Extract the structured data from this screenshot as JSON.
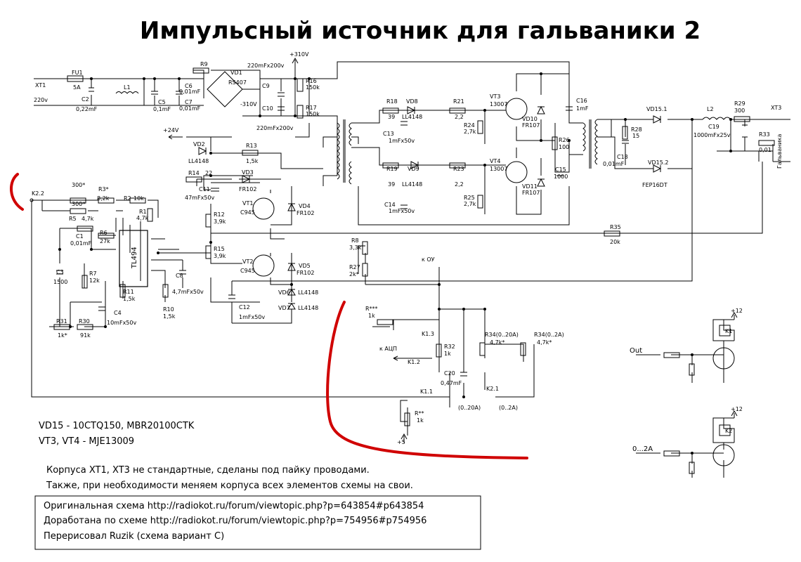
{
  "title": "Импульсный источник для гальваники 2",
  "components": {
    "xt1": "XT1",
    "v220": "220v",
    "fu1": "FU1",
    "fu1_val": "5A",
    "c2": "C2",
    "c2_val": "0,22mF",
    "l1": "L1",
    "c5": "C5",
    "c5_val": "0,1mF",
    "c6": "C6",
    "c6_val": "0,01mF",
    "c7": "C7",
    "c7_val": "0,01mF",
    "r9": "R9",
    "vd1": "VD1",
    "vd1_val": "RS407",
    "v310p": "+310V",
    "v310n": "-310V",
    "c9_top": "220mFx200v",
    "c9": "C9",
    "c10": "C10",
    "c10_bot": "220mFx200v",
    "r16": "R16",
    "r16_val": "150k",
    "r17": "R17",
    "r17_val": "150k",
    "v24": "+24V",
    "vd2": "VD2",
    "vd2_val": "LL4148",
    "r13": "R13",
    "r13_val": "1,5k",
    "r14": "R14",
    "r14_val": "22",
    "vd3": "VD3",
    "vd3_val": "FR102",
    "c11": "C11",
    "c11_val": "47mFx50v",
    "r18": "R18",
    "r18_val": "39",
    "vd8": "VD8",
    "vd8_val": "LL4148",
    "r21": "R21",
    "r21_val": "2,2",
    "c13": "C13",
    "c13_val": "1mFx50v",
    "r24": "R24",
    "r24_val": "2,7k",
    "vt3": "VT3",
    "vt3_val": "13007",
    "vd10": "VD10",
    "vd10_val": "FR107",
    "r19": "R19",
    "r19_val": "39",
    "vd9": "VD9",
    "vd9_val": "LL4148",
    "r23": "R23",
    "r23_val": "2,2",
    "c14": "C14",
    "c14_val": "1mFx50v",
    "r25": "R25",
    "r25_val": "2,7k",
    "vt4": "VT4",
    "vt4_val": "13007",
    "vd11": "VD11",
    "vd11_val": "FR107",
    "c16": "C16",
    "c16_val": "1mF",
    "r26": "R26",
    "r26_val": "100",
    "c15": "C15",
    "c15_val": "1000",
    "vd15_1": "VD15.1",
    "vd15_2": "VD15.2",
    "fep": "FEP16DT",
    "r28": "R28",
    "r28_val": "15",
    "c18": "C18",
    "c18_val": "0,01mF",
    "l2": "L2",
    "r29": "R29",
    "r29_val": "300",
    "c19": "C19",
    "c19_val": "1000mFx25v",
    "r33": "R33",
    "r33_val": "0,01",
    "xt3": "XT3",
    "galv": "Гальваника",
    "k22": "K2.2",
    "r300a": "300*",
    "r300b": "300*",
    "r3": "R3*",
    "r3_val": "8,2k",
    "r2": "R2",
    "r2_val": "10k",
    "r1": "R1",
    "r1_val": "4,7k",
    "r5": "R5",
    "r5_val": "4,7k",
    "c1": "C1",
    "c1_val": "0,01mF",
    "r6": "R6",
    "r6_val": "27k",
    "tl494": "TL494",
    "c3": "C3",
    "c3_val": "1500",
    "r7": "R7",
    "r7_val": "12k",
    "r11": "R11",
    "r11_val": "1,5k",
    "c8": "C8",
    "c8_val": "4,7mFx50v",
    "r10": "R10",
    "r10_val": "1,5k",
    "c4": "C4",
    "c4_val": "10mFx50v",
    "r31": "R31",
    "r31_val": "1k*",
    "r30": "R30",
    "r30_val": "91k",
    "vt1": "VT1",
    "vt1_val": "C945",
    "vd4": "VD4",
    "vd4_val": "FR102",
    "r12": "R12",
    "r12_val": "3,9k",
    "r15": "R15",
    "r15_val": "3,9k",
    "vt2": "VT2",
    "vt2_val": "C945",
    "vd5": "VD5",
    "vd5_val": "FR102",
    "vd6": "VD6",
    "vd6_val": "LL4148",
    "vd7": "VD7",
    "vd7_val": "LL4148",
    "c12": "C12",
    "c12_val": "1mFx50v",
    "r8": "R8",
    "r8_val": "3,3k",
    "r27": "R27",
    "r27_val": "2k*",
    "r35": "R35",
    "r35_val": "20k",
    "k_ou": "к ОУ",
    "r_top": "R***",
    "r_top_val": "1k",
    "k13": "K1.3",
    "k_adc": "к АЦП",
    "k12": "K1.2",
    "r32": "R32",
    "r32_val": "1k",
    "c20": "C20",
    "c20_val": "0,47mF",
    "r34a": "R34(0..20A)",
    "r34a_val": "4,7k*",
    "r34b": "R34(0..2A)",
    "r34b_val": "4,7k*",
    "k11": "K1.1",
    "k21": "K2.1",
    "range20": "(0..20A)",
    "range2": "(0..2A)",
    "r_bot": "R**",
    "r_bot_val": "1k",
    "plus5": "+5",
    "plus12a": "+12",
    "k1": "K1",
    "out": "Out",
    "plus12b": "+12",
    "k2": "K2",
    "range_in": "0...2A"
  },
  "notes": {
    "line1": "VD15 - 10CTQ150, MBR20100CTK",
    "line2": "VT3, VT4 - MJE13009",
    "line3": "Корпуса XT1, XT3 не стандартные, сделаны под пайку проводами.",
    "line4": "Также, при необходимости меняем корпуса всех элементов схемы на свои."
  },
  "credits": {
    "line1": "Оригинальная схема http://radiokot.ru/forum/viewtopic.php?p=643854#p643854",
    "line2": "Доработана по схеме http://radiokot.ru/forum/viewtopic.php?p=754956#p754956",
    "line3": "Перерисовал Ruzik (схема вариант С)"
  },
  "colors": {
    "ink": "#000000",
    "highlight": "#d00000"
  }
}
